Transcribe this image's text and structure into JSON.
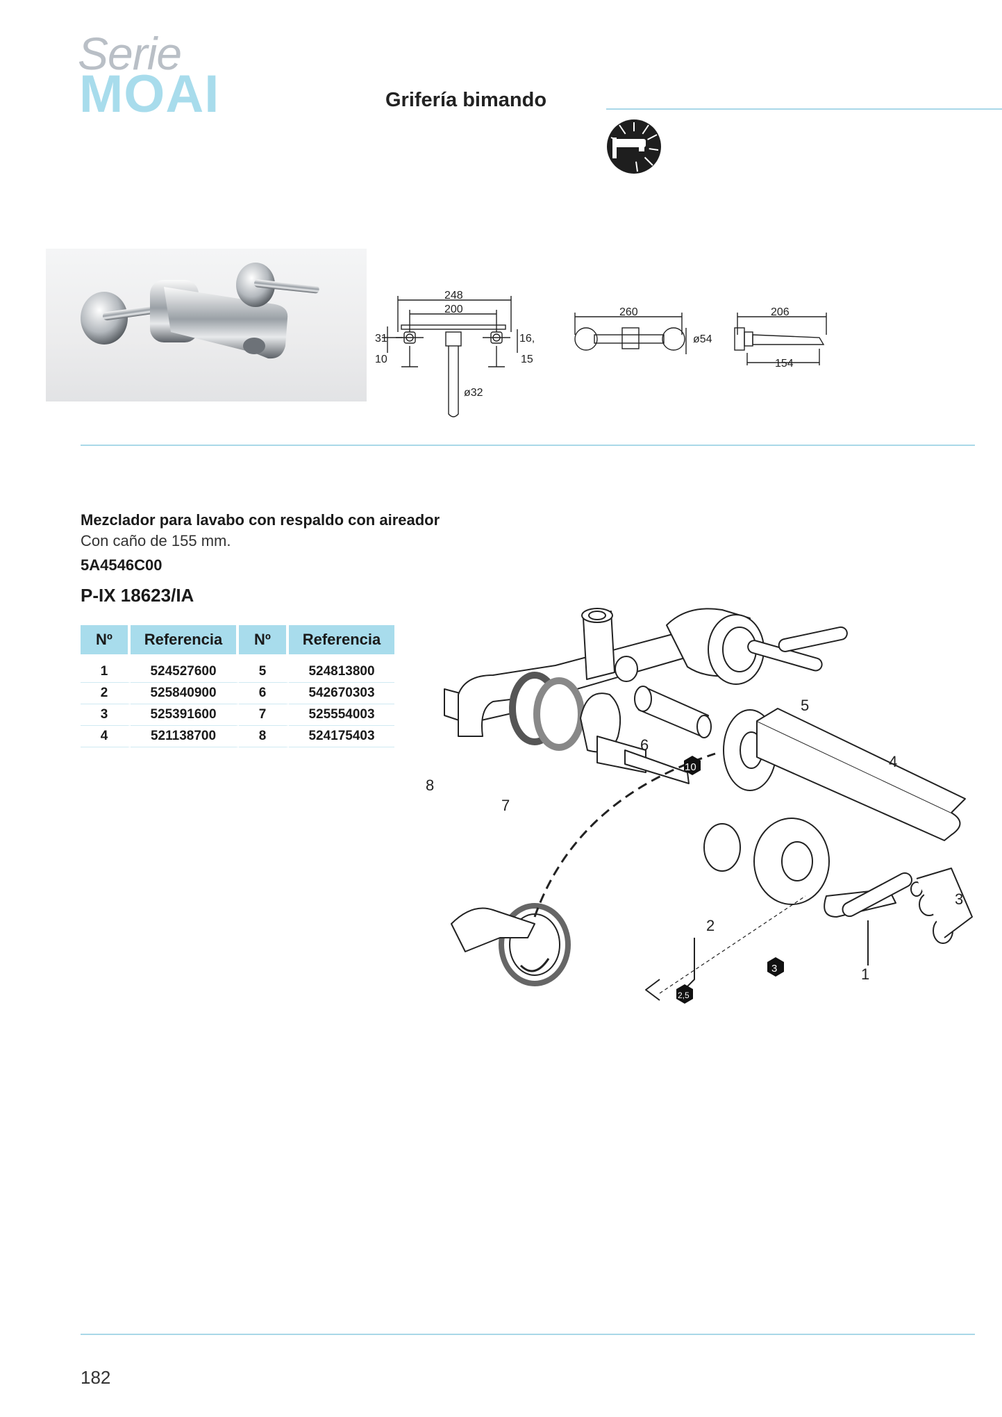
{
  "header": {
    "serie": "Serie",
    "brand": "MOAI",
    "section_title": "Grifería bimando"
  },
  "icon_badge": "wall-mounted-basin-mixer-icon",
  "dimensions": {
    "front": {
      "total_width": "248",
      "center_distance": "200",
      "height_top": "31",
      "height_bottom": "10",
      "right_top": "16,5",
      "right_bottom": "15",
      "spout_diameter": "ø32"
    },
    "top": {
      "width": "260",
      "diameter": "ø54"
    },
    "side": {
      "projection": "206",
      "depth": "154"
    }
  },
  "product": {
    "name": "Mezclador para lavabo con respaldo con aireador",
    "description": "Con caño de 155 mm.",
    "code": "5A4546C00",
    "certification": "P-IX 18623/IA"
  },
  "parts_table": {
    "headers": [
      "Nº",
      "Referencia",
      "Nº",
      "Referencia"
    ],
    "rows": [
      {
        "n1": "1",
        "ref1": "524527600",
        "n2": "5",
        "ref2": "524813800"
      },
      {
        "n1": "2",
        "ref1": "525840900",
        "n2": "6",
        "ref2": "542670303"
      },
      {
        "n1": "3",
        "ref1": "525391600",
        "n2": "7",
        "ref2": "525554003"
      },
      {
        "n1": "4",
        "ref1": "521138700",
        "n2": "8",
        "ref2": "524175403"
      }
    ]
  },
  "exploded_view": {
    "callouts": [
      "1",
      "2",
      "3",
      "4",
      "5",
      "6",
      "7",
      "8"
    ],
    "tool_sizes": [
      "10",
      "3",
      "2,5"
    ]
  },
  "footer": {
    "page_number": "182"
  },
  "colors": {
    "accent": "#a8dcec",
    "rule": "#a9d8e8",
    "serie_grey": "#b9bfc6"
  }
}
